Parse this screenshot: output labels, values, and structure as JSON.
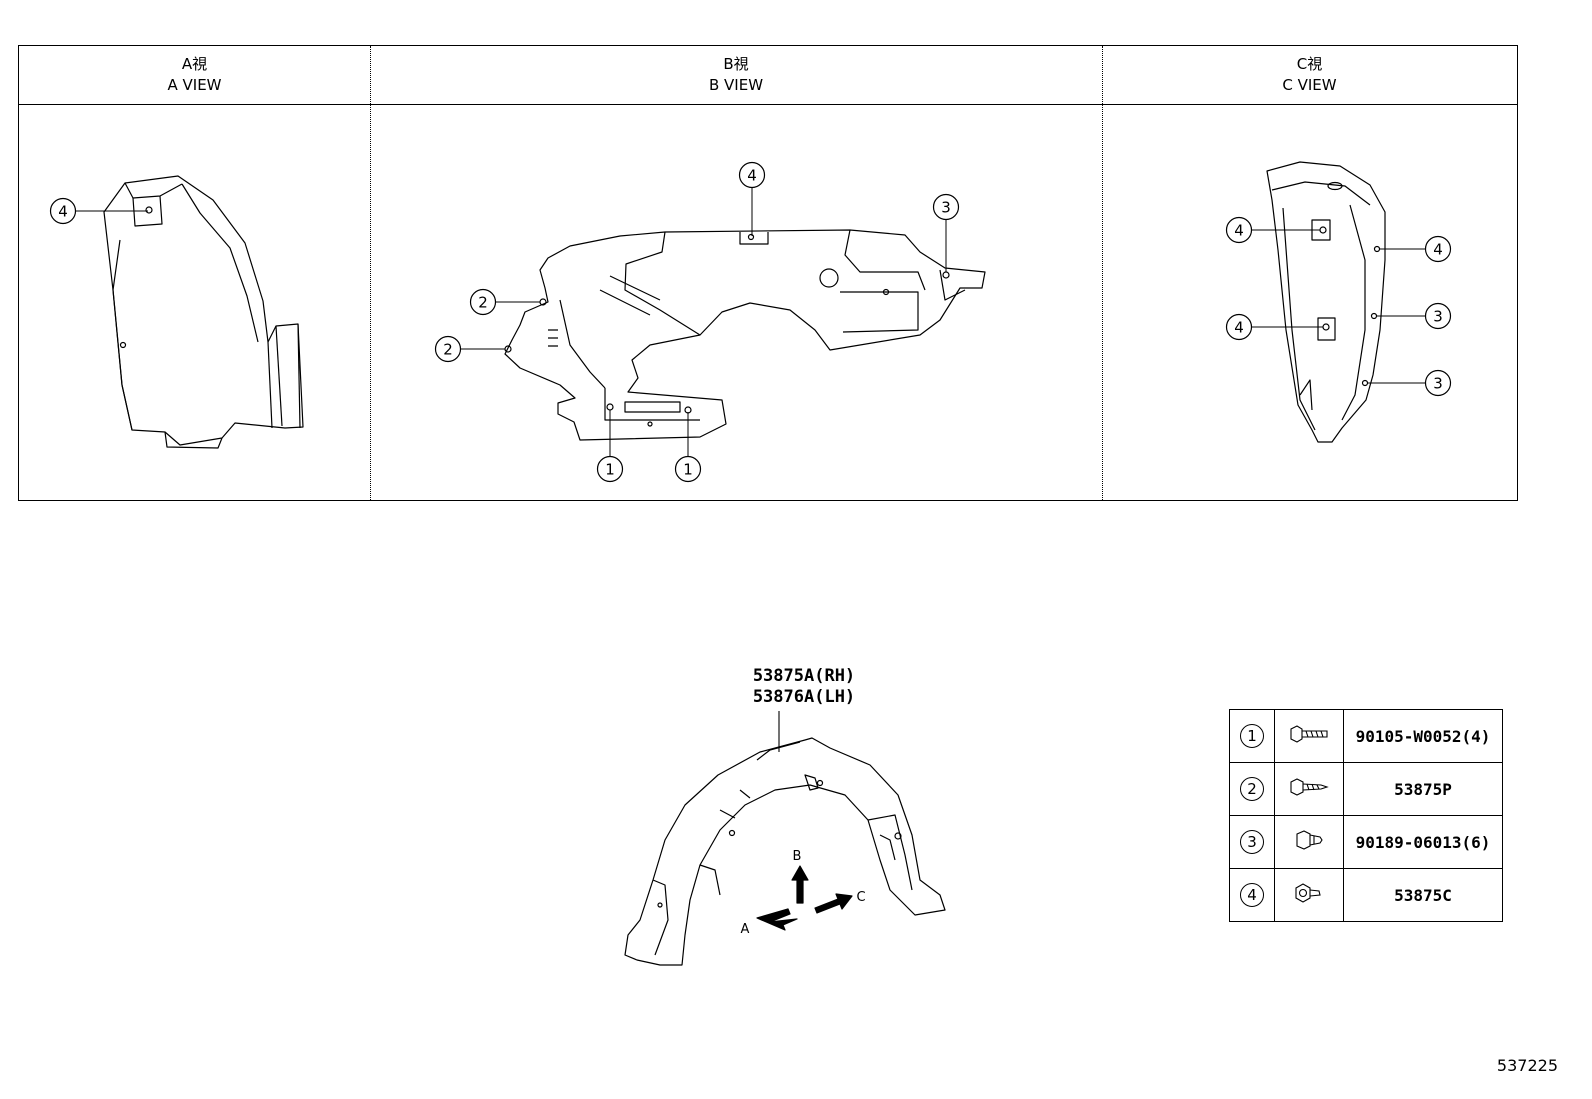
{
  "views": [
    {
      "title_jp": "A視",
      "title_en": "A VIEW"
    },
    {
      "title_jp": "B視",
      "title_en": "B VIEW"
    },
    {
      "title_jp": "C視",
      "title_en": "C VIEW"
    }
  ],
  "callouts": {
    "a_view": [
      "4"
    ],
    "b_view": [
      "4",
      "3",
      "2",
      "2",
      "1",
      "1"
    ],
    "c_view": [
      "4",
      "4",
      "4",
      "3",
      "3"
    ]
  },
  "part_label": {
    "rh": "53875A(RH)",
    "lh": "53876A(LH)"
  },
  "arrows": {
    "b": "B",
    "a": "A",
    "c": "C"
  },
  "legend": [
    {
      "num": "1",
      "icon": "bolt-icon",
      "part": "90105-W0052(4)"
    },
    {
      "num": "2",
      "icon": "screw-icon",
      "part": "53875P"
    },
    {
      "num": "3",
      "icon": "clip-icon",
      "part": "90189-06013(6)"
    },
    {
      "num": "4",
      "icon": "nut-icon",
      "part": "53875C"
    }
  ],
  "doc_id": "537225"
}
